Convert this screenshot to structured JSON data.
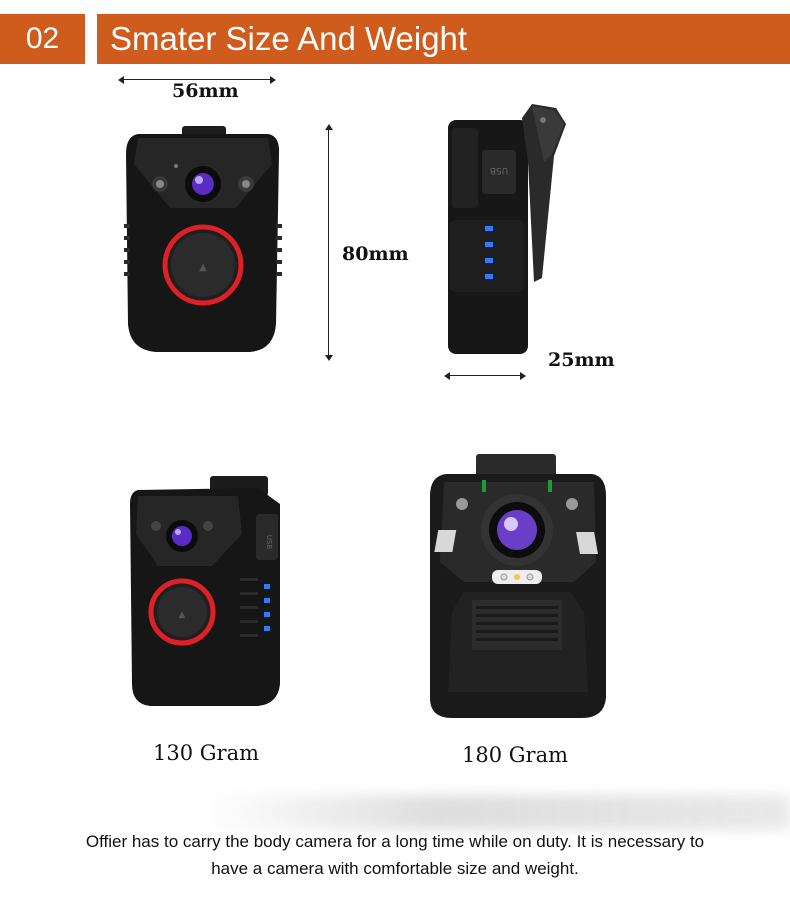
{
  "header": {
    "number": "02",
    "title": "Smater Size And Weight"
  },
  "dimensions": {
    "width": "56mm",
    "height": "80mm",
    "depth": "25mm"
  },
  "weights": {
    "small": "130 Gram",
    "large": "180 Gram"
  },
  "caption": {
    "line1": "Offier has to carry the body camera for a long time while on duty. It is necessary to",
    "line2": "have a camera with comfortable size and weight."
  },
  "colors": {
    "accent": "#cf5b1c",
    "ring": "#e01f26",
    "lens": "#6b2fc4",
    "led": "#2f7bff"
  }
}
